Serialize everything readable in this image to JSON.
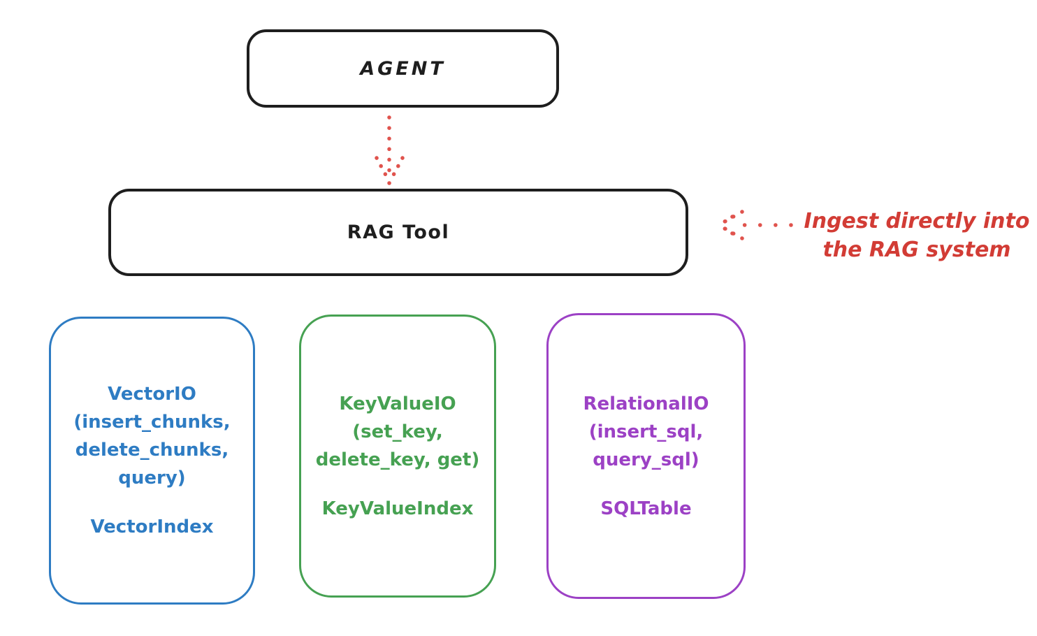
{
  "agent": {
    "label": "AGENT"
  },
  "rag_tool": {
    "label": "RAG Tool"
  },
  "annotation": {
    "line1": "Ingest directly into",
    "line2": "the RAG system",
    "color": "#d23c35"
  },
  "arrows": [
    {
      "name": "agent-to-rag-tool",
      "style": "dotted",
      "direction": "down",
      "color": "#e0534d"
    },
    {
      "name": "ingest-into-rag",
      "style": "dotted",
      "direction": "left",
      "color": "#e0534d"
    }
  ],
  "backends": [
    {
      "name": "vector-io",
      "color": "#2e7cc3",
      "lines": [
        "VectorIO",
        "(insert_chunks,",
        "delete_chunks,",
        "query)"
      ],
      "index": "VectorIndex"
    },
    {
      "name": "key-value-io",
      "color": "#46a152",
      "lines": [
        "KeyValueIO",
        "(set_key,",
        "delete_key, get)"
      ],
      "index": "KeyValueIndex"
    },
    {
      "name": "relational-io",
      "color": "#9c41c5",
      "lines": [
        "RelationalIO",
        "(insert_sql,",
        "query_sql)"
      ],
      "index": "SQLTable"
    }
  ],
  "colors": {
    "outline": "#1e1e1e",
    "background": "#ffffff",
    "red": "#e0534d",
    "blue": "#2e7cc3",
    "green": "#46a152",
    "purple": "#9c41c5"
  }
}
